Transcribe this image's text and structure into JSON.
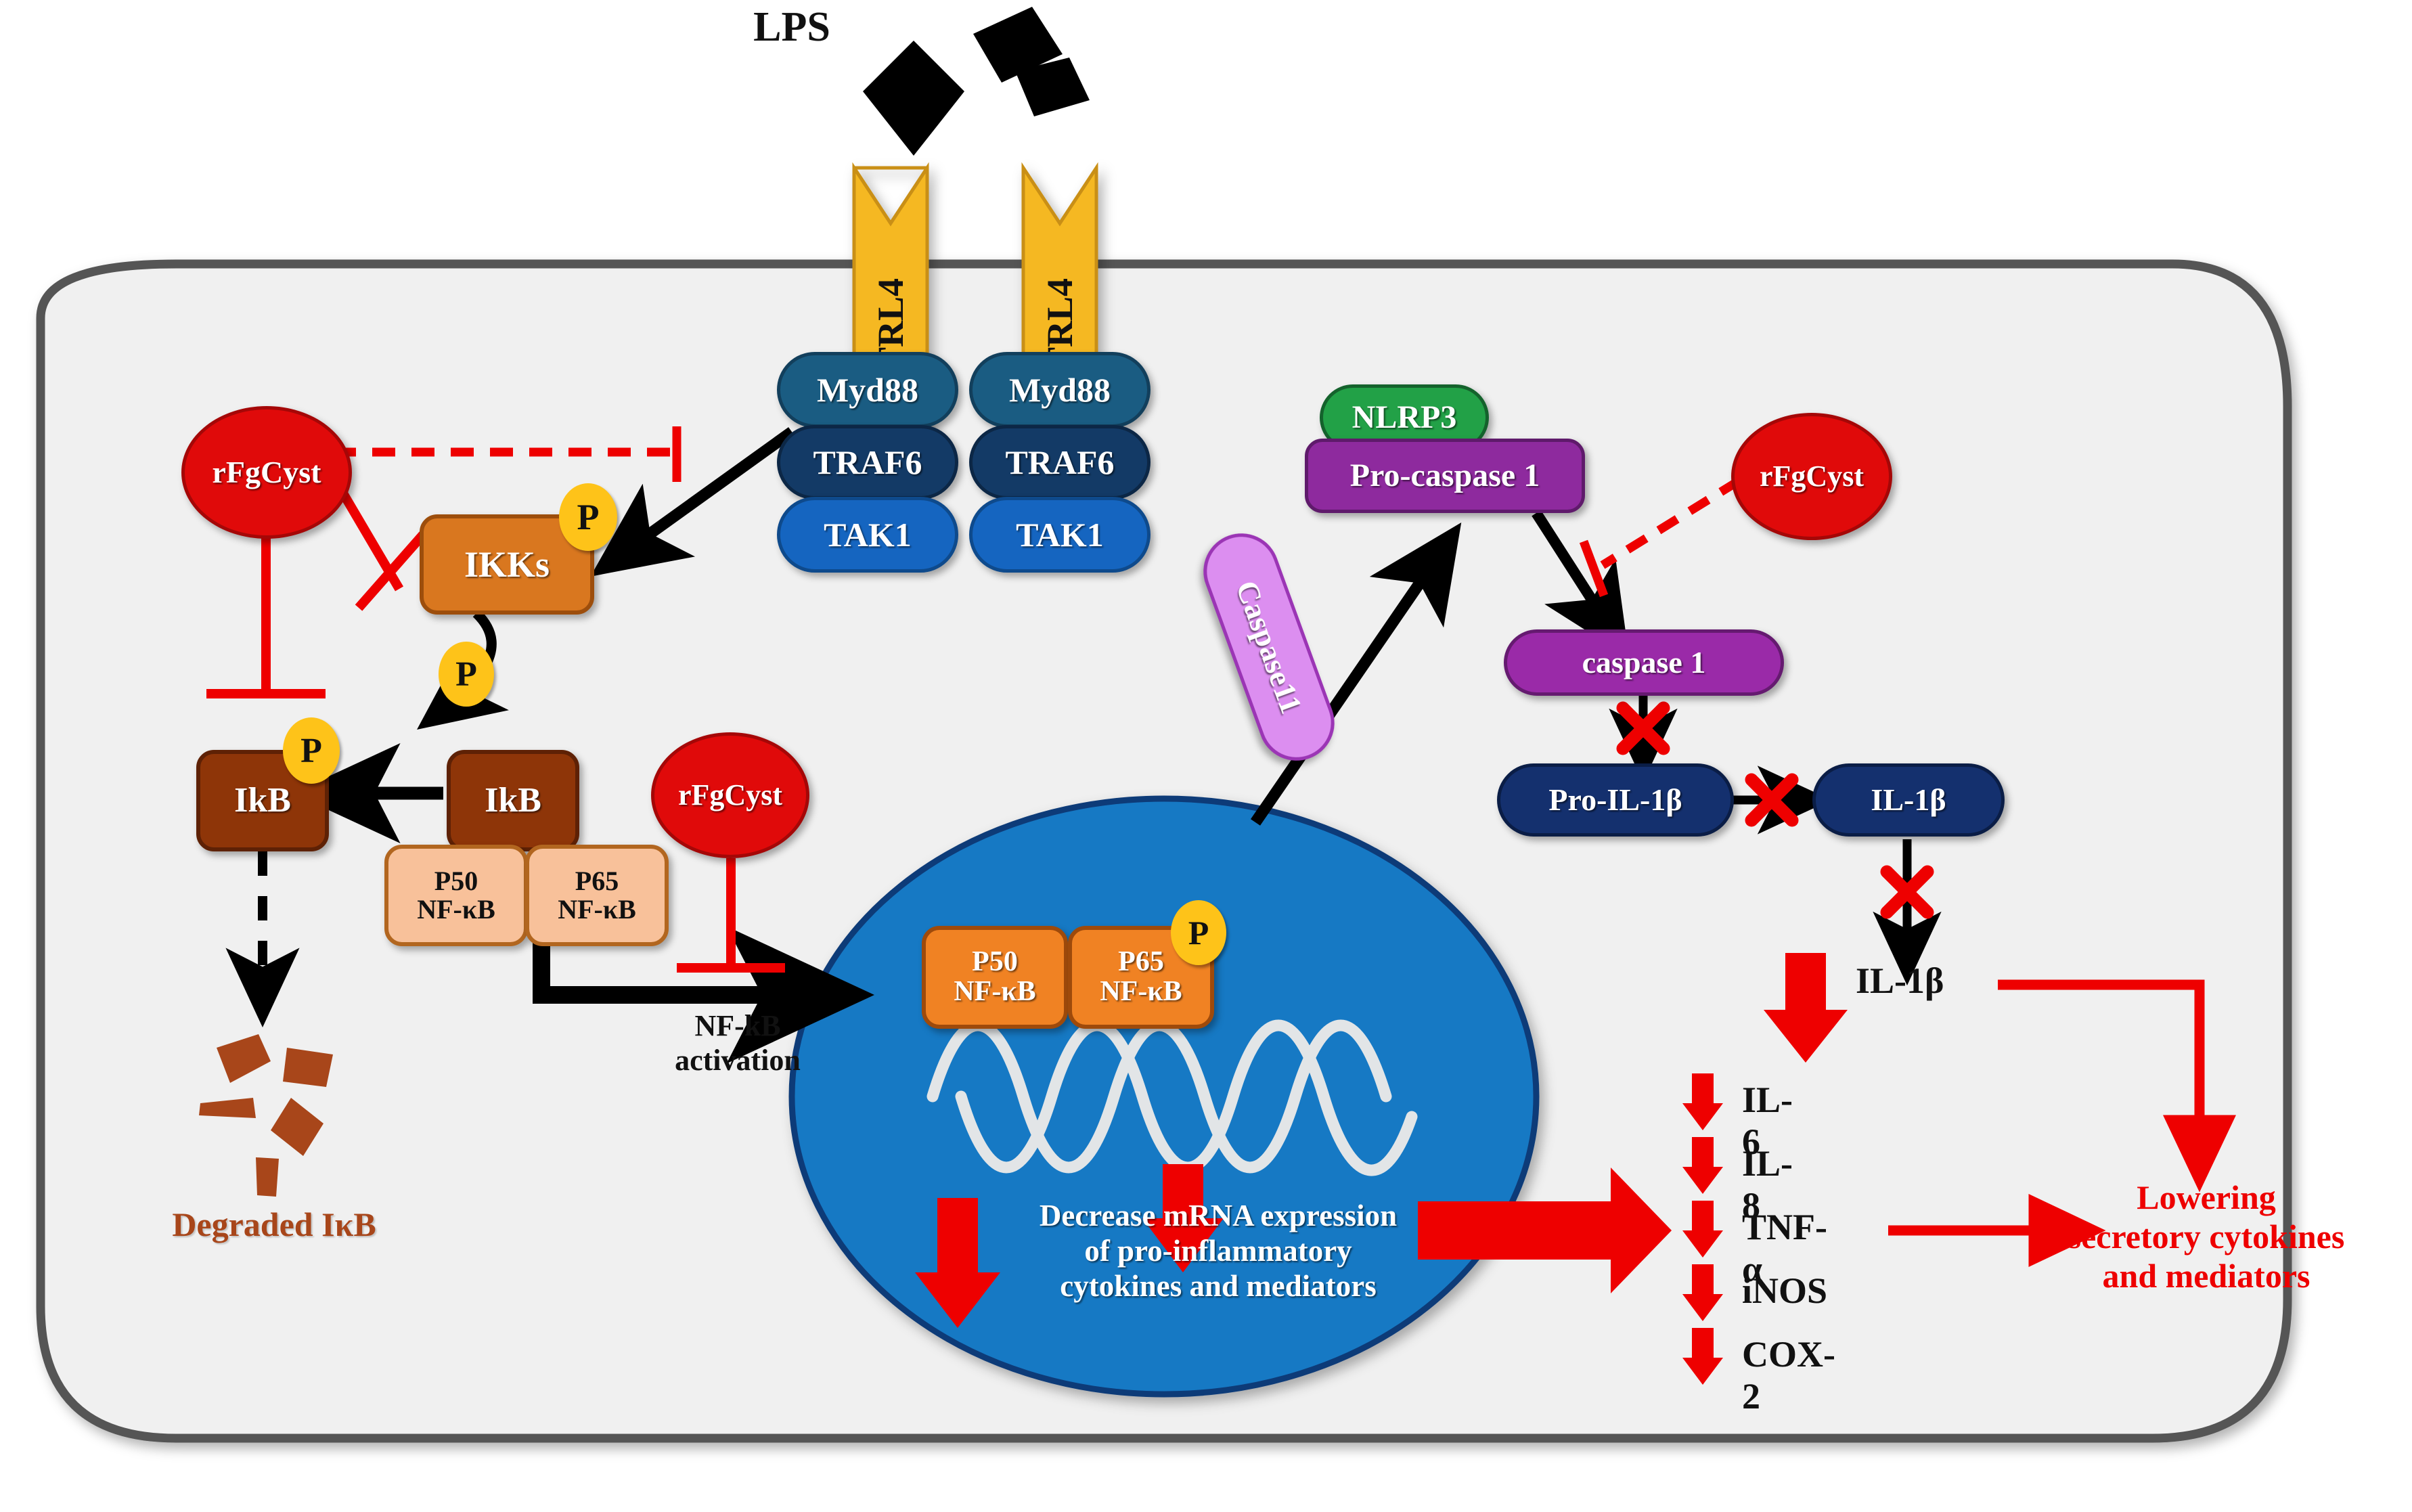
{
  "diagram": {
    "title_ligand": "LPS",
    "receptor_label": "TRL4",
    "cell_membrane_color": "#555555",
    "cytoplasm_color": "#f0f0f0",
    "nucleus_color": "#1779c4",
    "inhibitor_color": "#e40e0e",
    "accent_red": "#ee0000"
  },
  "ligand": {
    "name": "LPS"
  },
  "receptors": [
    {
      "label": "TRL4",
      "color": "#f5b821"
    },
    {
      "label": "TRL4",
      "color": "#f5b821"
    }
  ],
  "adaptor_stack_left": [
    {
      "label": "Myd88",
      "color": "#1a5c82"
    },
    {
      "label": "TRAF6",
      "color": "#133a66"
    },
    {
      "label": "TAK1",
      "color": "#1565c0"
    }
  ],
  "adaptor_stack_right": [
    {
      "label": "Myd88",
      "color": "#1a5c82"
    },
    {
      "label": "TRAF6",
      "color": "#133a66"
    },
    {
      "label": "TAK1",
      "color": "#1565c0"
    }
  ],
  "inhibitors": [
    {
      "label": "rFgCyst",
      "position": "upper-left",
      "color": "#e00a0a"
    },
    {
      "label": "rFgCyst",
      "position": "center",
      "color": "#e00a0a"
    },
    {
      "label": "rFgCyst",
      "position": "right",
      "color": "#e00a0a"
    }
  ],
  "nfkb_pathway": {
    "ikks": {
      "label": "IKKs",
      "color": "#d9771f",
      "phospho_badge": "P"
    },
    "phospho_badge": "P",
    "ikb_phospho": {
      "label": "IkB",
      "color": "#8e3508",
      "phospho_badge": "P"
    },
    "ikb_bound": {
      "label": "IkB",
      "color": "#8e3508"
    },
    "p50_cyto": {
      "line1": "P50",
      "line2": "NF-κB",
      "color": "#f8c19a"
    },
    "p65_cyto": {
      "line1": "P65",
      "line2": "NF-κB",
      "color": "#f8c19a"
    },
    "activation_label": "NF-kB\nactivation",
    "degraded_label": "Degraded IκB"
  },
  "nucleus": {
    "p50": {
      "line1": "P50",
      "line2": "NF-κB",
      "color": "#f08223"
    },
    "p65": {
      "line1": "P65",
      "line2": "NF-κB",
      "color": "#f08223",
      "phospho_badge": "P"
    },
    "outcome": "Decrease mRNA expression\nof pro-inflammatory\ncytokines and mediators"
  },
  "inflammasome": {
    "nlrp3": {
      "label": "NLRP3",
      "color": "#22a147"
    },
    "pro_caspase1": {
      "label": "Pro-caspase 1",
      "color": "#8e2a9e"
    },
    "caspase11": {
      "label": "Caspase11",
      "color": "#dc8ef0"
    },
    "caspase1": {
      "label": "caspase 1",
      "color": "#9a2aa8"
    },
    "pro_il1b": {
      "label": "Pro-IL-1β",
      "color": "#14306e"
    },
    "il1b": {
      "label": "IL-1β",
      "color": "#14306e"
    },
    "il1b_output": "IL-1β"
  },
  "cytokines": [
    {
      "label": "IL-6",
      "trend": "down"
    },
    {
      "label": "IL-8",
      "trend": "down"
    },
    {
      "label": "TNF-α",
      "trend": "down"
    },
    {
      "label": "iNOS",
      "trend": "down"
    },
    {
      "label": "COX-2",
      "trend": "down"
    }
  ],
  "conclusion": {
    "text": "Lowering\nsecretory cytokines\nand mediators",
    "color": "#ee0000"
  }
}
